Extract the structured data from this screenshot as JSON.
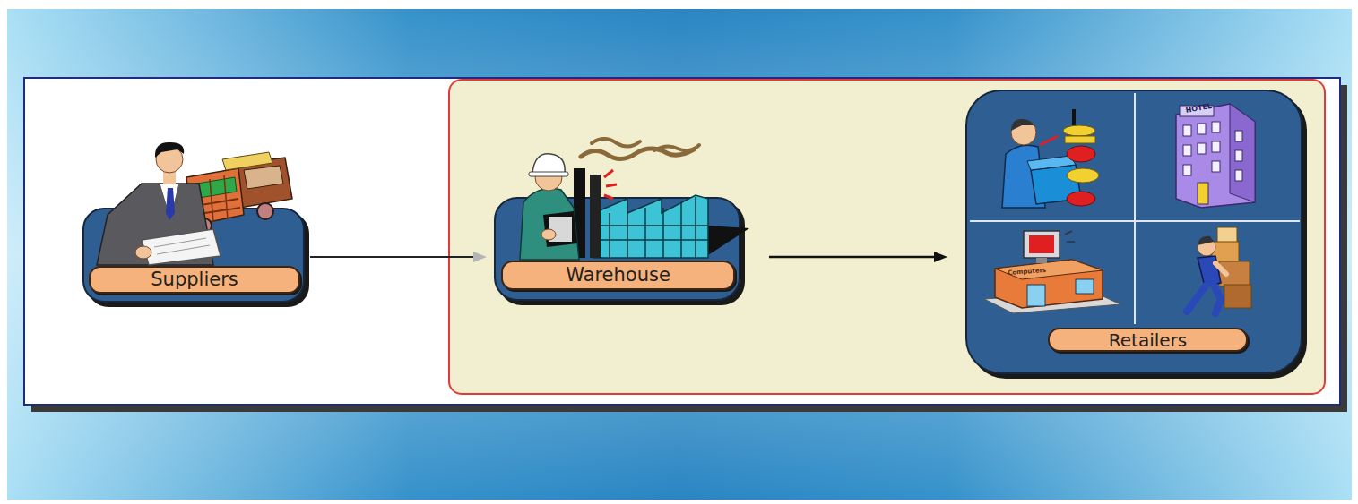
{
  "diagram": {
    "nodes": [
      {
        "text": [
          "Suppliers"
        ]
      },
      {
        "text": [
          "Warehouse"
        ]
      },
      {
        "text": [
          "Retailers"
        ]
      }
    ],
    "edges": [
      {
        "from": 0,
        "to": 1,
        "arrow": "to"
      },
      {
        "from": 1,
        "to": 2,
        "arrow": "to"
      }
    ],
    "labels": [
      "HOTEL",
      "Computers"
    ]
  }
}
